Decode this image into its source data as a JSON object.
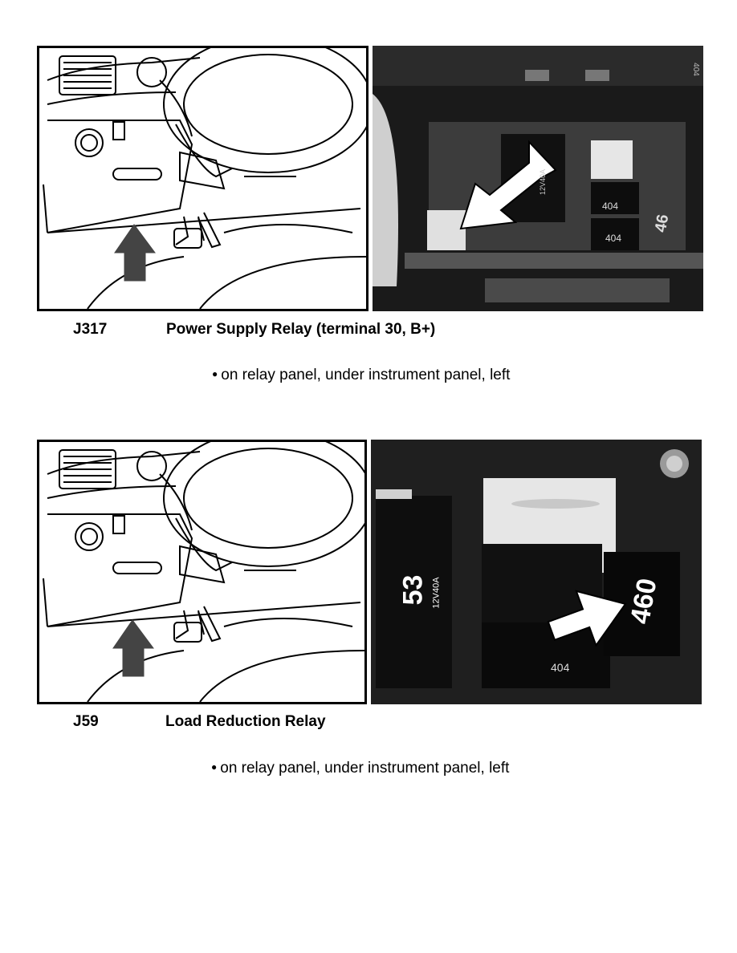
{
  "sections": [
    {
      "code": "J317",
      "title": "Power Supply Relay (terminal 30, B+)",
      "location": "on relay panel, under instrument panel, left",
      "photo_labels": [
        "404",
        "404",
        "46",
        "404",
        "12V40A"
      ]
    },
    {
      "code": "J59",
      "title": "Load Reduction Relay",
      "location": "on relay panel, under instrument panel, left",
      "photo_labels": [
        "53",
        "12V40A",
        "460",
        "404"
      ]
    }
  ],
  "colors": {
    "ink": "#000000",
    "arrow": "#444444",
    "photo_bg": "#1a1a1a",
    "relay_light": "#e6e6e6"
  }
}
